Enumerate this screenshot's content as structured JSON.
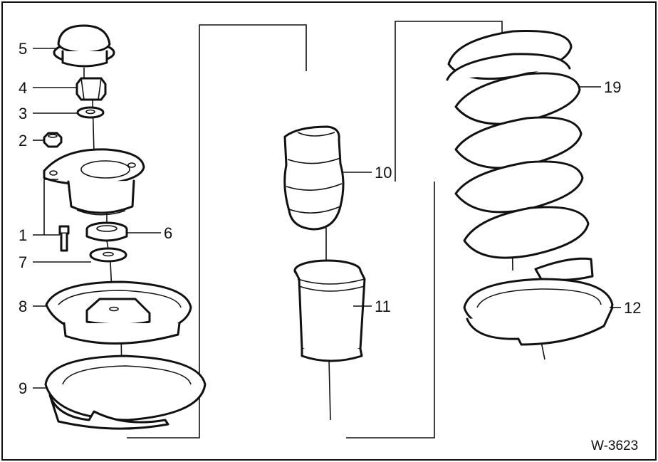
{
  "figure": {
    "id_label": "W-3623",
    "colors": {
      "ink": "#111111",
      "paper": "#ffffff"
    }
  },
  "callouts": {
    "c1": "1",
    "c2": "2",
    "c3": "3",
    "c4": "4",
    "c5": "5",
    "c6": "6",
    "c7": "7",
    "c8": "8",
    "c9": "9",
    "c10": "10",
    "c11": "11",
    "c12": "12",
    "c19": "19"
  }
}
